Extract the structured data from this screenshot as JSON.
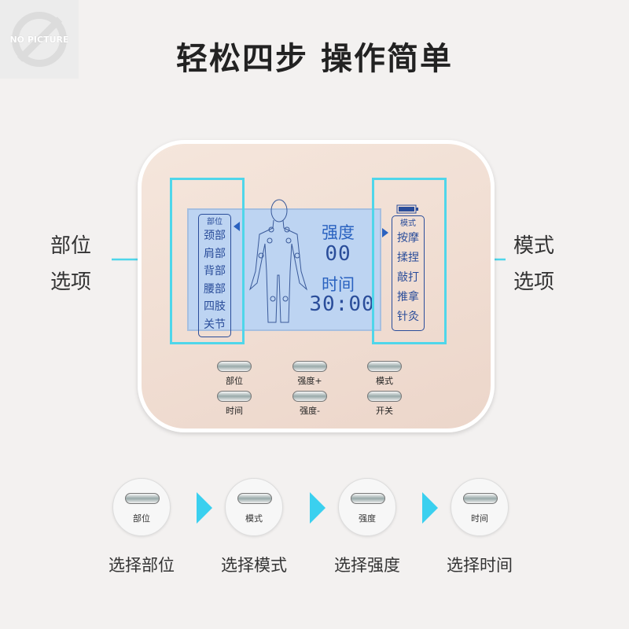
{
  "watermark": "NO PICTURE",
  "title": "轻松四步  操作简单",
  "left_label": [
    "部位",
    "选项"
  ],
  "right_label": [
    "模式",
    "选项"
  ],
  "lcd": {
    "part_header": "部位",
    "parts": [
      "颈部",
      "肩部",
      "背部",
      "腰部",
      "四肢",
      "关节"
    ],
    "mode_header": "模式",
    "modes": [
      "按摩",
      "揉捏",
      "敲打",
      "推拿",
      "针灸"
    ],
    "intensity_label": "强度",
    "intensity_value": "00",
    "time_label": "时间",
    "time_value": "30:00"
  },
  "buttons": [
    {
      "label": "部位"
    },
    {
      "label": "强度+"
    },
    {
      "label": "模式"
    },
    {
      "label": "时间"
    },
    {
      "label": "强度-"
    },
    {
      "label": "开关"
    }
  ],
  "steps": [
    {
      "button": "部位",
      "label": "选择部位"
    },
    {
      "button": "模式",
      "label": "选择模式"
    },
    {
      "button": "强度",
      "label": "选择强度"
    },
    {
      "button": "时间",
      "label": "选择时间"
    }
  ],
  "colors": {
    "highlight": "#4fd6ea",
    "lcd": "#bdd4f2",
    "lcd_text": "#2a4d9a"
  }
}
